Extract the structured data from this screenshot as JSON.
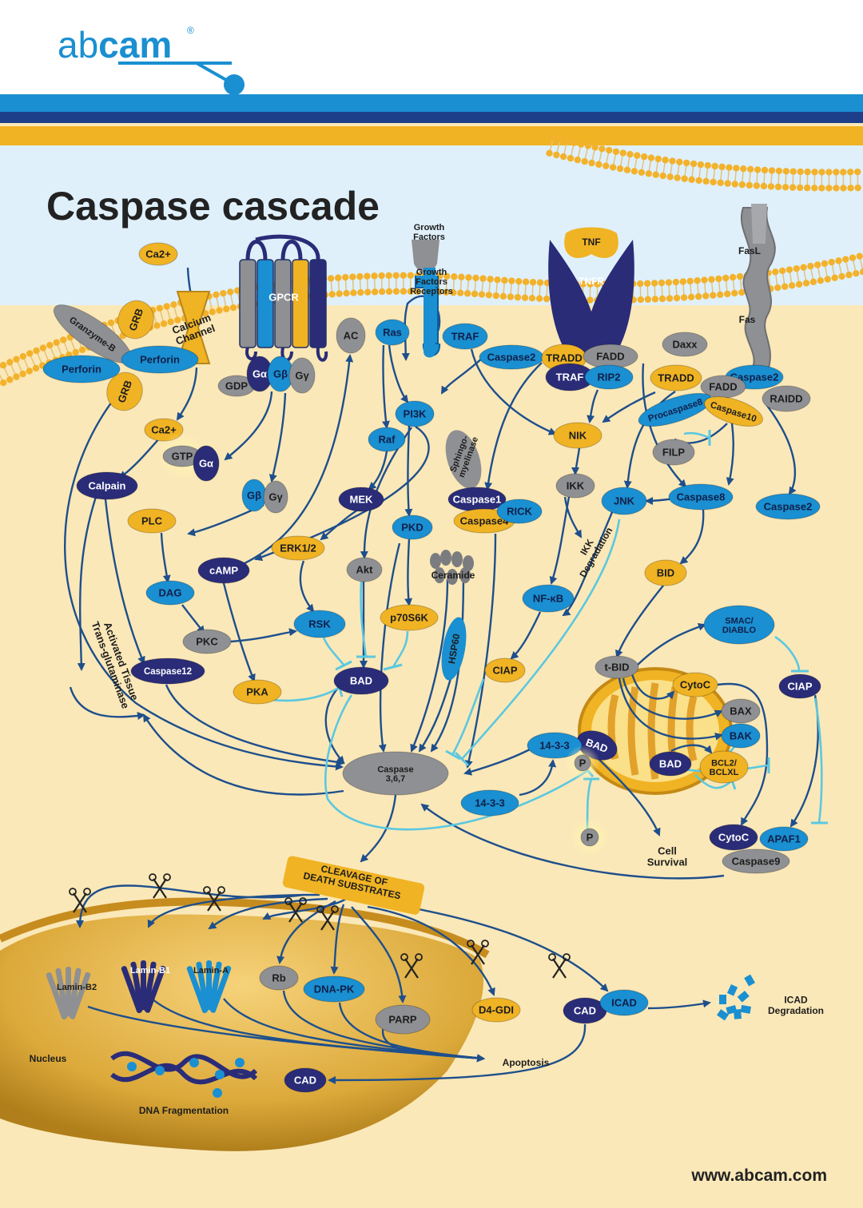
{
  "brand": {
    "name_pre": "ab",
    "name_bold": "cam",
    "reg": "®",
    "website": "www.abcam.com"
  },
  "title": "Caspase cascade",
  "colors": {
    "blue": "#1a8fd1",
    "navy": "#2a2c78",
    "gold": "#f0b323",
    "gray": "#8f9093",
    "bg": "#fbe8b8",
    "sky": "#dff0fb",
    "arrow": "#1e4f8c",
    "inhib": "#5bc8e0"
  },
  "nodes": [
    {
      "id": "ca_out",
      "label": "Ca2+",
      "c": "gold"
    },
    {
      "id": "granzyme",
      "label": "Granzyme-B",
      "c": "gray"
    },
    {
      "id": "grb1",
      "label": "GRB",
      "c": "gold"
    },
    {
      "id": "grb2",
      "label": "GRB",
      "c": "gold"
    },
    {
      "id": "perforin1",
      "label": "Perforin",
      "c": "blue"
    },
    {
      "id": "perforin2",
      "label": "Perforin",
      "c": "blue"
    },
    {
      "id": "ca_in",
      "label": "Ca2+",
      "c": "gold"
    },
    {
      "id": "calpain",
      "label": "Calpain",
      "c": "navy"
    },
    {
      "id": "gdp",
      "label": "GDP",
      "c": "gray"
    },
    {
      "id": "galpha1",
      "label": "Gα",
      "c": "navy"
    },
    {
      "id": "gbeta1",
      "label": "Gβ",
      "c": "blue"
    },
    {
      "id": "ggamma1",
      "label": "Gγ",
      "c": "gray"
    },
    {
      "id": "gtp",
      "label": "GTP",
      "c": "gray"
    },
    {
      "id": "galpha2",
      "label": "Gα",
      "c": "navy"
    },
    {
      "id": "gbeta2",
      "label": "Gβ",
      "c": "blue"
    },
    {
      "id": "ggamma2",
      "label": "Gγ",
      "c": "gray"
    },
    {
      "id": "ac",
      "label": "AC",
      "c": "gray"
    },
    {
      "id": "plc",
      "label": "PLC",
      "c": "gold"
    },
    {
      "id": "dag",
      "label": "DAG",
      "c": "blue"
    },
    {
      "id": "pkc",
      "label": "PKC",
      "c": "gray"
    },
    {
      "id": "camp",
      "label": "cAMP",
      "c": "navy"
    },
    {
      "id": "pka",
      "label": "PKA",
      "c": "gold"
    },
    {
      "id": "caspase12",
      "label": "Caspase12",
      "c": "navy"
    },
    {
      "id": "ras",
      "label": "Ras",
      "c": "blue"
    },
    {
      "id": "traf1",
      "label": "TRAF",
      "c": "blue"
    },
    {
      "id": "pi3k",
      "label": "PI3K",
      "c": "blue"
    },
    {
      "id": "raf",
      "label": "Raf",
      "c": "blue"
    },
    {
      "id": "mek",
      "label": "MEK",
      "c": "navy"
    },
    {
      "id": "erk",
      "label": "ERK1/2",
      "c": "gold"
    },
    {
      "id": "rsk",
      "label": "RSK",
      "c": "blue"
    },
    {
      "id": "akt",
      "label": "Akt",
      "c": "gray"
    },
    {
      "id": "pkd",
      "label": "PKD",
      "c": "blue"
    },
    {
      "id": "p70",
      "label": "p70S6K",
      "c": "gold"
    },
    {
      "id": "bad1",
      "label": "BAD",
      "c": "navy"
    },
    {
      "id": "casp2a",
      "label": "Caspase2",
      "c": "blue"
    },
    {
      "id": "tradd1",
      "label": "TRADD",
      "c": "gold"
    },
    {
      "id": "fadd1",
      "label": "FADD",
      "c": "gray"
    },
    {
      "id": "traf2",
      "label": "TRAF",
      "c": "navy"
    },
    {
      "id": "rip2",
      "label": "RIP2",
      "c": "blue"
    },
    {
      "id": "daxx",
      "label": "Daxx",
      "c": "gray"
    },
    {
      "id": "tradd2",
      "label": "TRADD",
      "c": "gold"
    },
    {
      "id": "casp2b",
      "label": "Caspase2",
      "c": "blue"
    },
    {
      "id": "fadd2",
      "label": "FADD",
      "c": "gray"
    },
    {
      "id": "raidd",
      "label": "RAIDD",
      "c": "gray"
    },
    {
      "id": "procasp8",
      "label": "Procaspase8",
      "c": "blue"
    },
    {
      "id": "casp10",
      "label": "Caspase10",
      "c": "gold"
    },
    {
      "id": "nik",
      "label": "NIK",
      "c": "gold"
    },
    {
      "id": "filp",
      "label": "FILP",
      "c": "gray"
    },
    {
      "id": "ikk",
      "label": "IKK",
      "c": "gray"
    },
    {
      "id": "casp1",
      "label": "Caspase1",
      "c": "navy"
    },
    {
      "id": "casp4",
      "label": "Caspase4",
      "c": "gold"
    },
    {
      "id": "rick",
      "label": "RICK",
      "c": "blue"
    },
    {
      "id": "jnk",
      "label": "JNK",
      "c": "blue"
    },
    {
      "id": "casp8",
      "label": "Caspase8",
      "c": "blue"
    },
    {
      "id": "casp2c",
      "label": "Caspase2",
      "c": "blue"
    },
    {
      "id": "nfkb1",
      "label": "NF-κB",
      "c": "blue"
    },
    {
      "id": "bid",
      "label": "BID",
      "c": "gold"
    },
    {
      "id": "ciap1",
      "label": "CIAP",
      "c": "gold"
    },
    {
      "id": "smac",
      "label": "SMAC/\nDIABLO",
      "c": "blue"
    },
    {
      "id": "tbid",
      "label": "t-BID",
      "c": "gray"
    },
    {
      "id": "cytoc1",
      "label": "CytoC",
      "c": "gold"
    },
    {
      "id": "ciap2",
      "label": "CIAP",
      "c": "navy"
    },
    {
      "id": "bax",
      "label": "BAX",
      "c": "gray"
    },
    {
      "id": "bak",
      "label": "BAK",
      "c": "blue"
    },
    {
      "id": "bad2",
      "label": "BAD",
      "c": "navy"
    },
    {
      "id": "bad3",
      "label": "BAD",
      "c": "navy"
    },
    {
      "id": "bcl2",
      "label": "BCL2/\nBCLXL",
      "c": "gold"
    },
    {
      "id": "caspase367",
      "label": "Caspase\n3,6,7",
      "c": "gray"
    },
    {
      "id": "m1433a",
      "label": "14-3-3",
      "c": "blue"
    },
    {
      "id": "m1433b",
      "label": "14-3-3",
      "c": "blue"
    },
    {
      "id": "p1",
      "label": "P",
      "c": "gray"
    },
    {
      "id": "p2",
      "label": "P",
      "c": "gray"
    },
    {
      "id": "cytoc2",
      "label": "CytoC",
      "c": "navy"
    },
    {
      "id": "apaf1",
      "label": "APAF1",
      "c": "blue"
    },
    {
      "id": "casp9",
      "label": "Caspase9",
      "c": "gray"
    },
    {
      "id": "rb",
      "label": "Rb",
      "c": "gray"
    },
    {
      "id": "dnapk",
      "label": "DNA-PK",
      "c": "blue"
    },
    {
      "id": "parp",
      "label": "PARP",
      "c": "gray"
    },
    {
      "id": "d4gdi",
      "label": "D4-GDI",
      "c": "gold"
    },
    {
      "id": "cad1",
      "label": "CAD",
      "c": "navy"
    },
    {
      "id": "icad",
      "label": "ICAD",
      "c": "blue"
    },
    {
      "id": "cad2",
      "label": "CAD",
      "c": "navy"
    }
  ],
  "labels": {
    "calcium_channel": "Calcium\nChannel",
    "gpcr": "GPCR",
    "growth_factors": "Growth\nFactors",
    "gf_receptors": "Growth\nFactors\nReceptors",
    "tnf": "TNF",
    "tnfr": "TNFR",
    "fasl": "FasL",
    "fas": "Fas",
    "sphingomyelinase": "Sphingo-\nmyelinase",
    "ceramide": "Ceramide",
    "hsp60": "HSP60",
    "ikk_degradation": "IKK\nDegradation",
    "activated_tissue": "Activated Tissue\nTrans-glutaminase",
    "cell_survival": "Cell\nSurvival",
    "cleavage": "CLEAVAGE OF\nDEATH SUBSTRATES",
    "lamin_b2": "Lamin-B2",
    "lamin_b1": "Lamin-B1",
    "lamin_a": "Lamin-A",
    "nucleus": "Nucleus",
    "apoptosis": "Apoptosis",
    "dna_fragmentation": "DNA Fragmentation",
    "icad_degradation": "ICAD\nDegradation"
  }
}
